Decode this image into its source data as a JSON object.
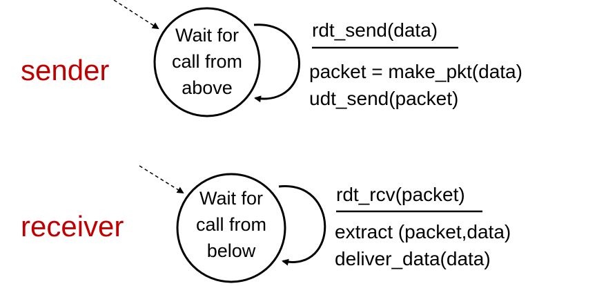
{
  "colors": {
    "role_label": "#c00000",
    "stroke": "#000000",
    "background": "#ffffff"
  },
  "sender": {
    "role_label": "sender",
    "state_lines": [
      "Wait for",
      "call from",
      "above"
    ],
    "event": "rdt_send(data)",
    "actions": [
      "packet = make_pkt(data)",
      "udt_send(packet)"
    ]
  },
  "receiver": {
    "role_label": "receiver",
    "state_lines": [
      "Wait for",
      "call from",
      "below"
    ],
    "event": "rdt_rcv(packet)",
    "actions": [
      "extract (packet,data)",
      "deliver_data(data)"
    ]
  }
}
